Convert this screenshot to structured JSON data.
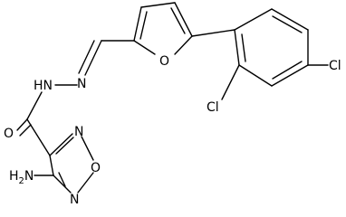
{
  "molecule": {
    "atoms": {
      "cl_top": "Cl",
      "cl_bottom": "Cl",
      "o_furan": "O",
      "n_imine": "N",
      "nh_hydrazide": "HN",
      "o_carbonyl": "O",
      "n_oxadiazole_top": "N",
      "o_oxadiazole": "O",
      "n_oxadiazole_bottom": "N",
      "h2n_amine": "H2N"
    }
  }
}
